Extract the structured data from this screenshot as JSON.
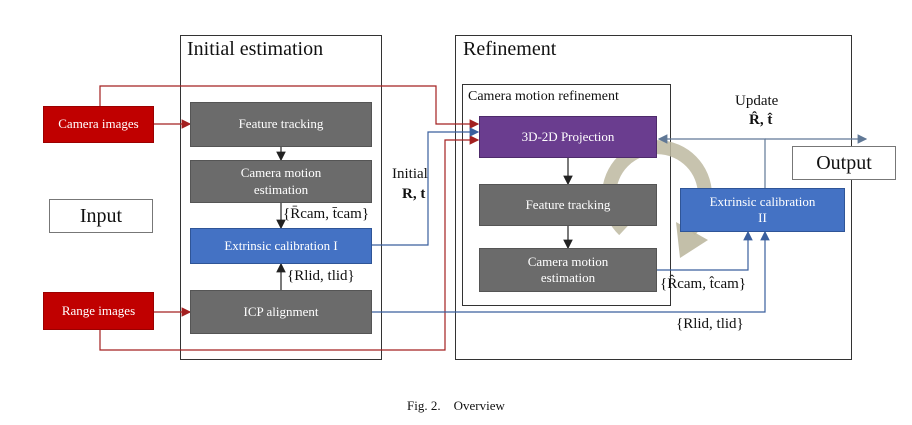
{
  "panels": {
    "initial": "Initial estimation",
    "refinement": "Refinement",
    "camera_motion_refinement": "Camera motion refinement"
  },
  "inputs": {
    "label": "Input",
    "camera_images": "Camera images",
    "range_images": "Range images"
  },
  "output": "Output",
  "initial_blocks": {
    "feature_tracking": "Feature tracking",
    "camera_motion_estimation": "Camera motion\nestimation",
    "extrinsic_calibration_1": "Extrinsic calibration I",
    "icp_alignment": "ICP alignment"
  },
  "refine_blocks": {
    "projection": "3D-2D Projection",
    "feature_tracking": "Feature tracking",
    "camera_motion_estimation": "Camera motion\nestimation",
    "extrinsic_calibration_2": "Extrinsic calibration\nII"
  },
  "edge_labels": {
    "r_cam_t_cam": "{R̄cam, t̄cam}",
    "r_lid_t_lid": "{Rlid, tlid}",
    "initial": "Initial",
    "r_t": "R, t",
    "update": "Update",
    "r_t_hat": "R̂, t̂",
    "r_cam_t_cam_hat": "{R̂cam, t̂cam}",
    "r_lid_t_lid_2": "{Rlid, tlid}"
  },
  "caption": "Fig. 2.    Overview",
  "colors": {
    "gray_block": "#6b6b6b",
    "blue_block": "#4472c4",
    "red_block": "#c00000",
    "purple_block": "#6a3d8f",
    "arrow_red": "#a32020",
    "arrow_blue": "#3a5f9e"
  }
}
